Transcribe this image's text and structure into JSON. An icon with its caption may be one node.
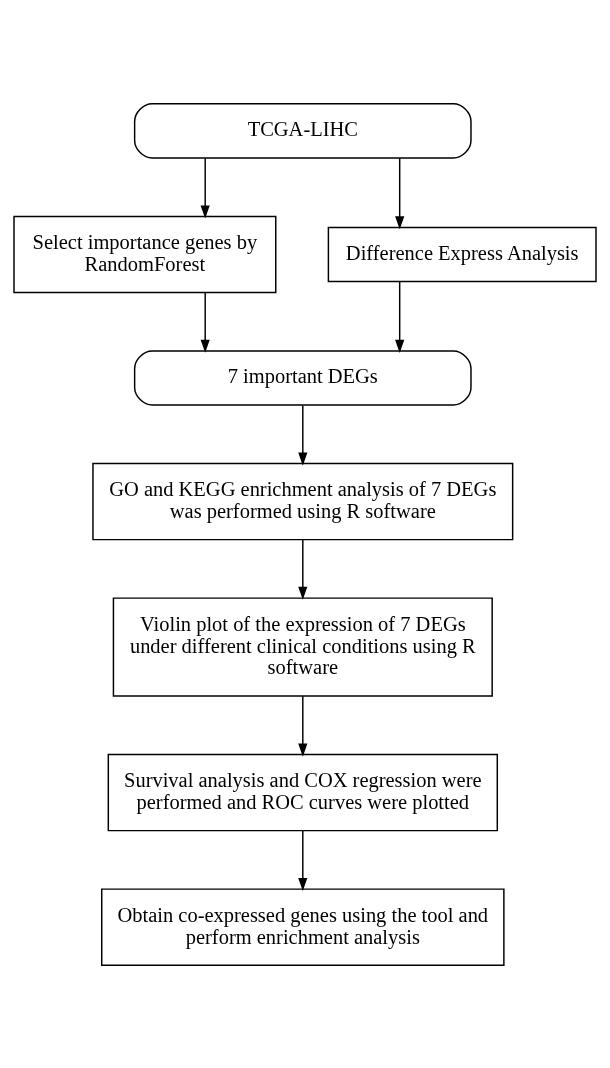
{
  "diagram": {
    "nodes": [
      {
        "text": [
          "TCGA-LIHC"
        ]
      },
      {
        "text": [
          "Select importance genes by RandomForest"
        ]
      },
      {
        "text": [
          "Difference Express Analysis"
        ]
      },
      {
        "text": [
          "7 important DEGs"
        ]
      },
      {
        "text": [
          "GO and KEGG enrichment analysis of 7 DEGs was performed using R software"
        ]
      },
      {
        "text": [
          "Violin plot of the expression of 7 DEGs under different clinical conditions using R software"
        ]
      },
      {
        "text": [
          "Survival analysis and COX regression were performed and ROC curves were plotted"
        ]
      },
      {
        "text": [
          "Obtain co-expressed genes using the tool and perform enrichment analysis"
        ]
      }
    ],
    "edges": [
      {
        "from": 0,
        "to": 1,
        "arrow": "to"
      },
      {
        "from": 0,
        "to": 2,
        "arrow": "to"
      },
      {
        "from": 1,
        "to": 3,
        "arrow": "to"
      },
      {
        "from": 2,
        "to": 3,
        "arrow": "to"
      },
      {
        "from": 3,
        "to": 4,
        "arrow": "to"
      },
      {
        "from": 4,
        "to": 5,
        "arrow": "to"
      },
      {
        "from": 5,
        "to": 6,
        "arrow": "to"
      },
      {
        "from": 6,
        "to": 7,
        "arrow": "to"
      }
    ]
  }
}
